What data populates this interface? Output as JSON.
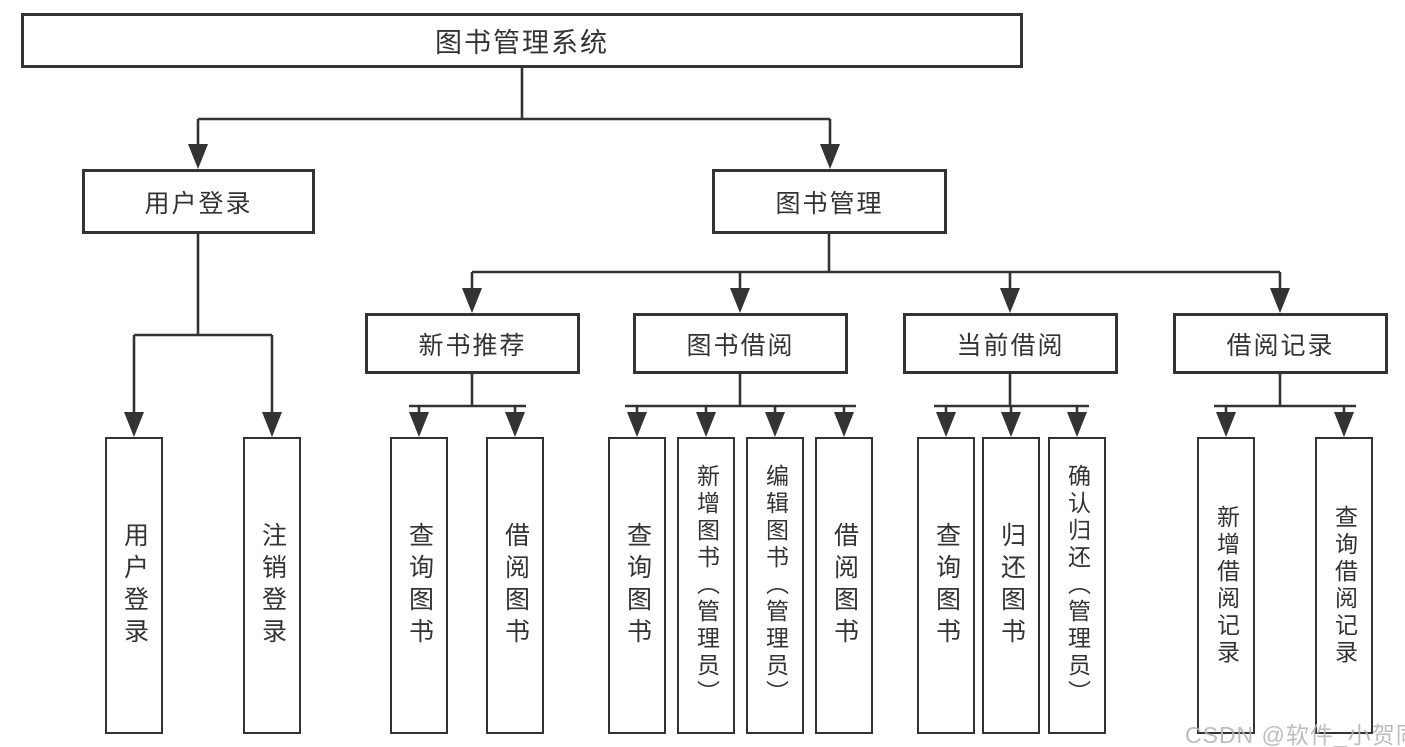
{
  "tree": {
    "root": {
      "label": "图书管理系统"
    },
    "branches": [
      {
        "label": "用户登录",
        "children": [
          {
            "label": "用户登录"
          },
          {
            "label": "注销登录"
          }
        ]
      },
      {
        "label": "图书管理",
        "children": [
          {
            "label": "新书推荐",
            "children": [
              {
                "label": "查询图书"
              },
              {
                "label": "借阅图书"
              }
            ]
          },
          {
            "label": "图书借阅",
            "children": [
              {
                "label": "查询图书"
              },
              {
                "label": "新增图书（管理员）"
              },
              {
                "label": "编辑图书（管理员）"
              },
              {
                "label": "借阅图书"
              }
            ]
          },
          {
            "label": "当前借阅",
            "children": [
              {
                "label": "查询图书"
              },
              {
                "label": "归还图书"
              },
              {
                "label": "确认归还（管理员）"
              }
            ]
          },
          {
            "label": "借阅记录",
            "children": [
              {
                "label": "新增借阅记录"
              },
              {
                "label": "查询借阅记录"
              }
            ]
          }
        ]
      }
    ]
  },
  "watermark": {
    "text": "CSDN @软件_小贺同学"
  },
  "colors": {
    "line": "#333333",
    "text": "#333333",
    "box_background": "#ffffff",
    "page_background": "#ffffff",
    "watermark": "#b0b5bb"
  }
}
